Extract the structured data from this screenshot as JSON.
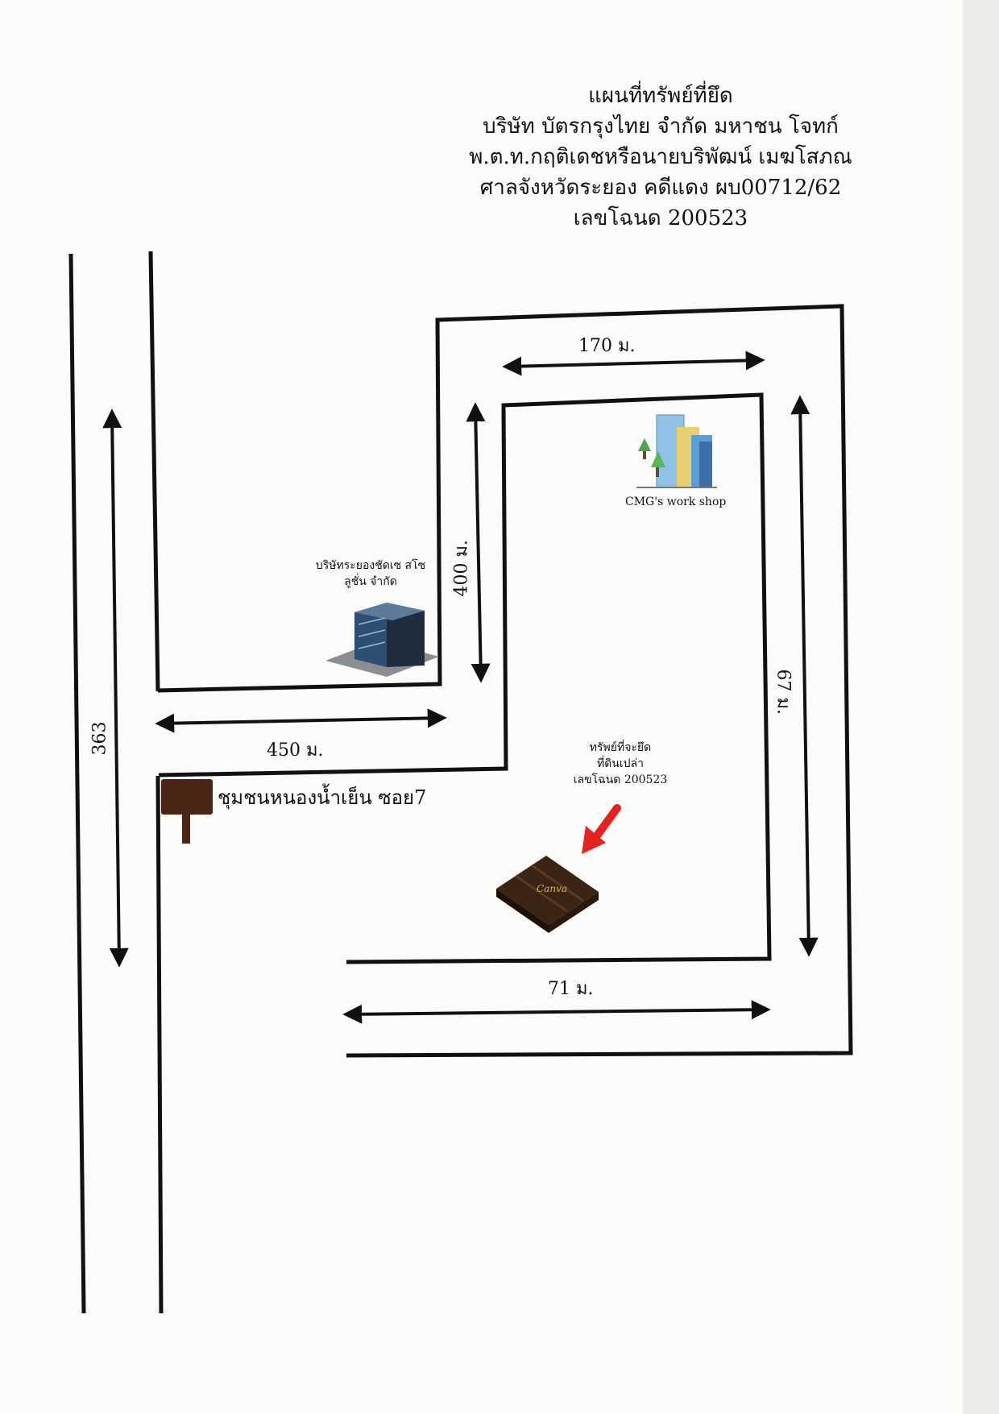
{
  "title": {
    "line1": "แผนที่ทรัพย์ที่ยึด",
    "line2": "บริษัท บัตรกรุงไทย จำกัด มหาชน โจทก์",
    "line3": "พ.ต.ท.กฤติเดชหรือนายบริพัฒน์ เมฆโสภณ",
    "line4": "ศาลจังหวัดระยอง คดีแดง ผบ00712/62",
    "line5": "เลขโฉนด 200523"
  },
  "road": {
    "number": "363"
  },
  "dimensions": {
    "top": "170 ม.",
    "inner_vertical": "400 ม.",
    "left_horizontal": "450 ม.",
    "right_vertical": "67 ม.",
    "bottom": "71 ม."
  },
  "landmarks": {
    "workshop": "CMG's work shop",
    "company_line1": "บริษัทระยองชัดเซ สโซ",
    "company_line2": "ลูชั่น จำกัด",
    "community_sign": "ชุมชนหนองน้ำเย็น ซอย7",
    "property_line1": "ทรัพย์ที่จะยึด",
    "property_line2": "ที่ดินเปล่า",
    "property_line3": "เลขโฉนด 200523",
    "parcel_text": "Canva"
  },
  "colors": {
    "road_line": "#111111",
    "arrow_marker": "#e5221f",
    "parcel": "#3a2414",
    "sign": "#4a2414"
  },
  "icons": {
    "workshop": "skyscrapers-icon",
    "company": "office-building-icon",
    "sign": "signpost-icon",
    "marker": "red-arrow-icon",
    "parcel": "land-parcel-icon"
  }
}
